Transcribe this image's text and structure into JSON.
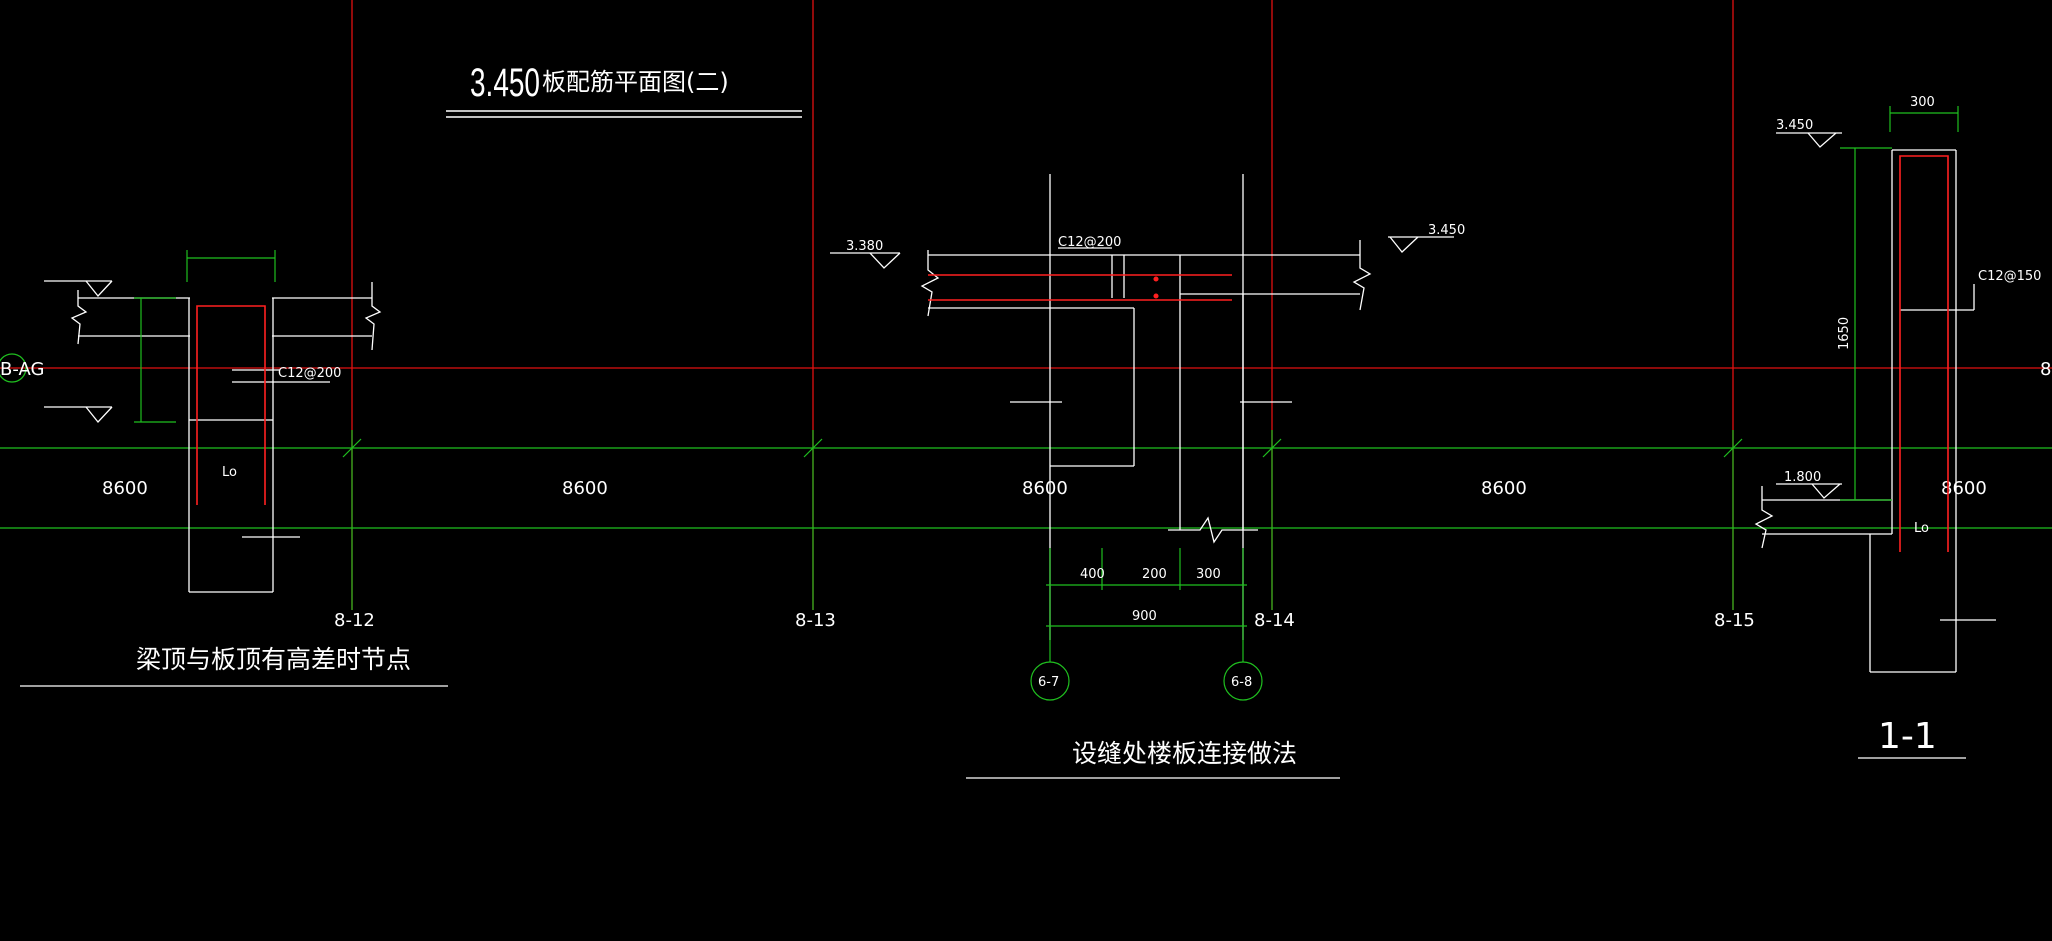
{
  "drawing": {
    "plan_elevation": "3.450",
    "plan_title_suffix": "板配筋平面图(二)",
    "detail_titles": {
      "left": "梁顶与板顶有高差时节点",
      "middle": "设缝处楼板连接做法",
      "right": "1-1"
    },
    "grid_row_label": "B-AG",
    "grid_row_label_right": "8",
    "grid_labels": [
      "8-12",
      "8-13",
      "8-14",
      "8-15"
    ],
    "span_dims": [
      "8600",
      "8600",
      "8600",
      "8600",
      "8600"
    ],
    "left_detail": {
      "rebar": "C12@200",
      "anchorage": "Lo"
    },
    "middle_detail": {
      "elev_left": "3.380",
      "elev_right": "3.450",
      "rebar": "C12@200",
      "dims": [
        "400",
        "200",
        "300"
      ],
      "total": "900",
      "axis_left": "6-7",
      "axis_right": "6-8"
    },
    "right_detail": {
      "elev_top": "3.450",
      "elev_low": "1.800",
      "width": "300",
      "height": "1650",
      "rebar": "C12@150",
      "anchorage": "Lo"
    }
  }
}
